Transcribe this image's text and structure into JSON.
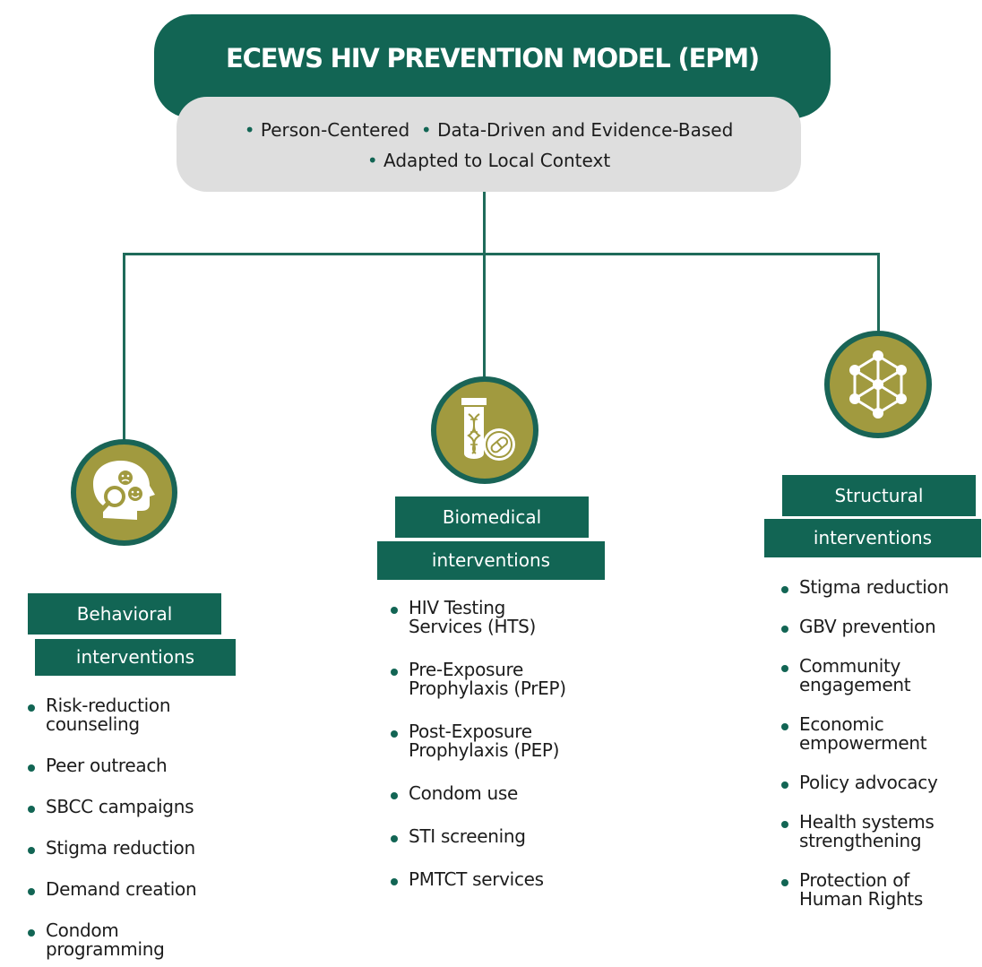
{
  "title": "ECEWS HIV PREVENTION MODEL (EPM)",
  "principles": {
    "line1_a": "Person-Centered",
    "line1_b": "Data-Driven and Evidence-Based",
    "line2": "Adapted to Local Context",
    "bullet": "•"
  },
  "colors": {
    "primary_green": "#126554",
    "olive": "#a19a3f",
    "light_gray": "#dedede"
  },
  "columns": {
    "behavioral": {
      "icon": "head-magnifier-icon",
      "label_line1": "Behavioral",
      "label_line2": "interventions",
      "items": [
        "Risk-reduction counseling",
        "Peer outreach",
        "SBCC campaigns",
        "Stigma reduction",
        "Demand creation",
        "Condom programming"
      ]
    },
    "biomedical": {
      "icon": "test-tube-dna-pill-icon",
      "label_line1": "Biomedical",
      "label_line2": "interventions",
      "items": [
        "HIV Testing Services (HTS)",
        "Pre-Exposure Prophylaxis (PrEP)",
        "Post-Exposure Prophylaxis (PEP)",
        "Condom use",
        "STI screening",
        "PMTCT services"
      ]
    },
    "structural": {
      "icon": "network-nodes-icon",
      "label_line1": "Structural",
      "label_line2": "interventions",
      "items": [
        "Stigma reduction",
        "GBV prevention",
        "Community engagement",
        "Economic empowerment",
        "Policy advocacy",
        "Health systems strengthening",
        "Protection of Human Rights"
      ]
    }
  }
}
